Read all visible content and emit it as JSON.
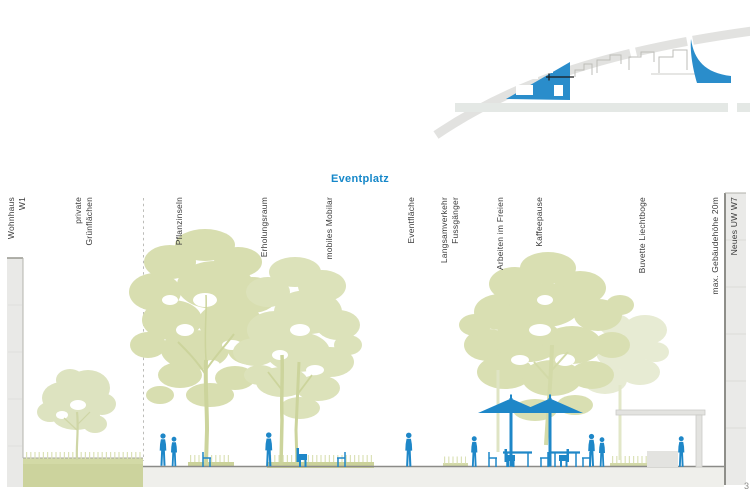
{
  "title": {
    "text": "Eventplatz"
  },
  "page_number": "3",
  "colors": {
    "accent_blue": "#1e87c8",
    "map_blue": "#2a8dcb",
    "foliage_green": "#d9dfb2",
    "foliage_light": "#e7ebd3",
    "platform_khaki": "#ccd39d",
    "building_gray": "#e9e9e7",
    "pavement_gray": "#efefeb"
  },
  "labels": {
    "wohnhaus": "Wohnhaus\nW1",
    "gruenflaechen": "private\nGrünflächen",
    "pflanzinseln": "Pflanzinseln",
    "erholungsraum": "Erholungsraum",
    "mobiliar": "mobiles Mobilar",
    "eventflaeche": "Eventfläche",
    "langsamverkehr": "Langsamverkehr\nFussgänger",
    "arbeiten": "Arbeiten im Freien",
    "kaffeepause": "Kaffeepause",
    "buvette": "Buvette Liechtboge",
    "gebaeudehoehe": "max. Gebäudehöhe 20m",
    "neues_uw": "Neues UW W7"
  }
}
